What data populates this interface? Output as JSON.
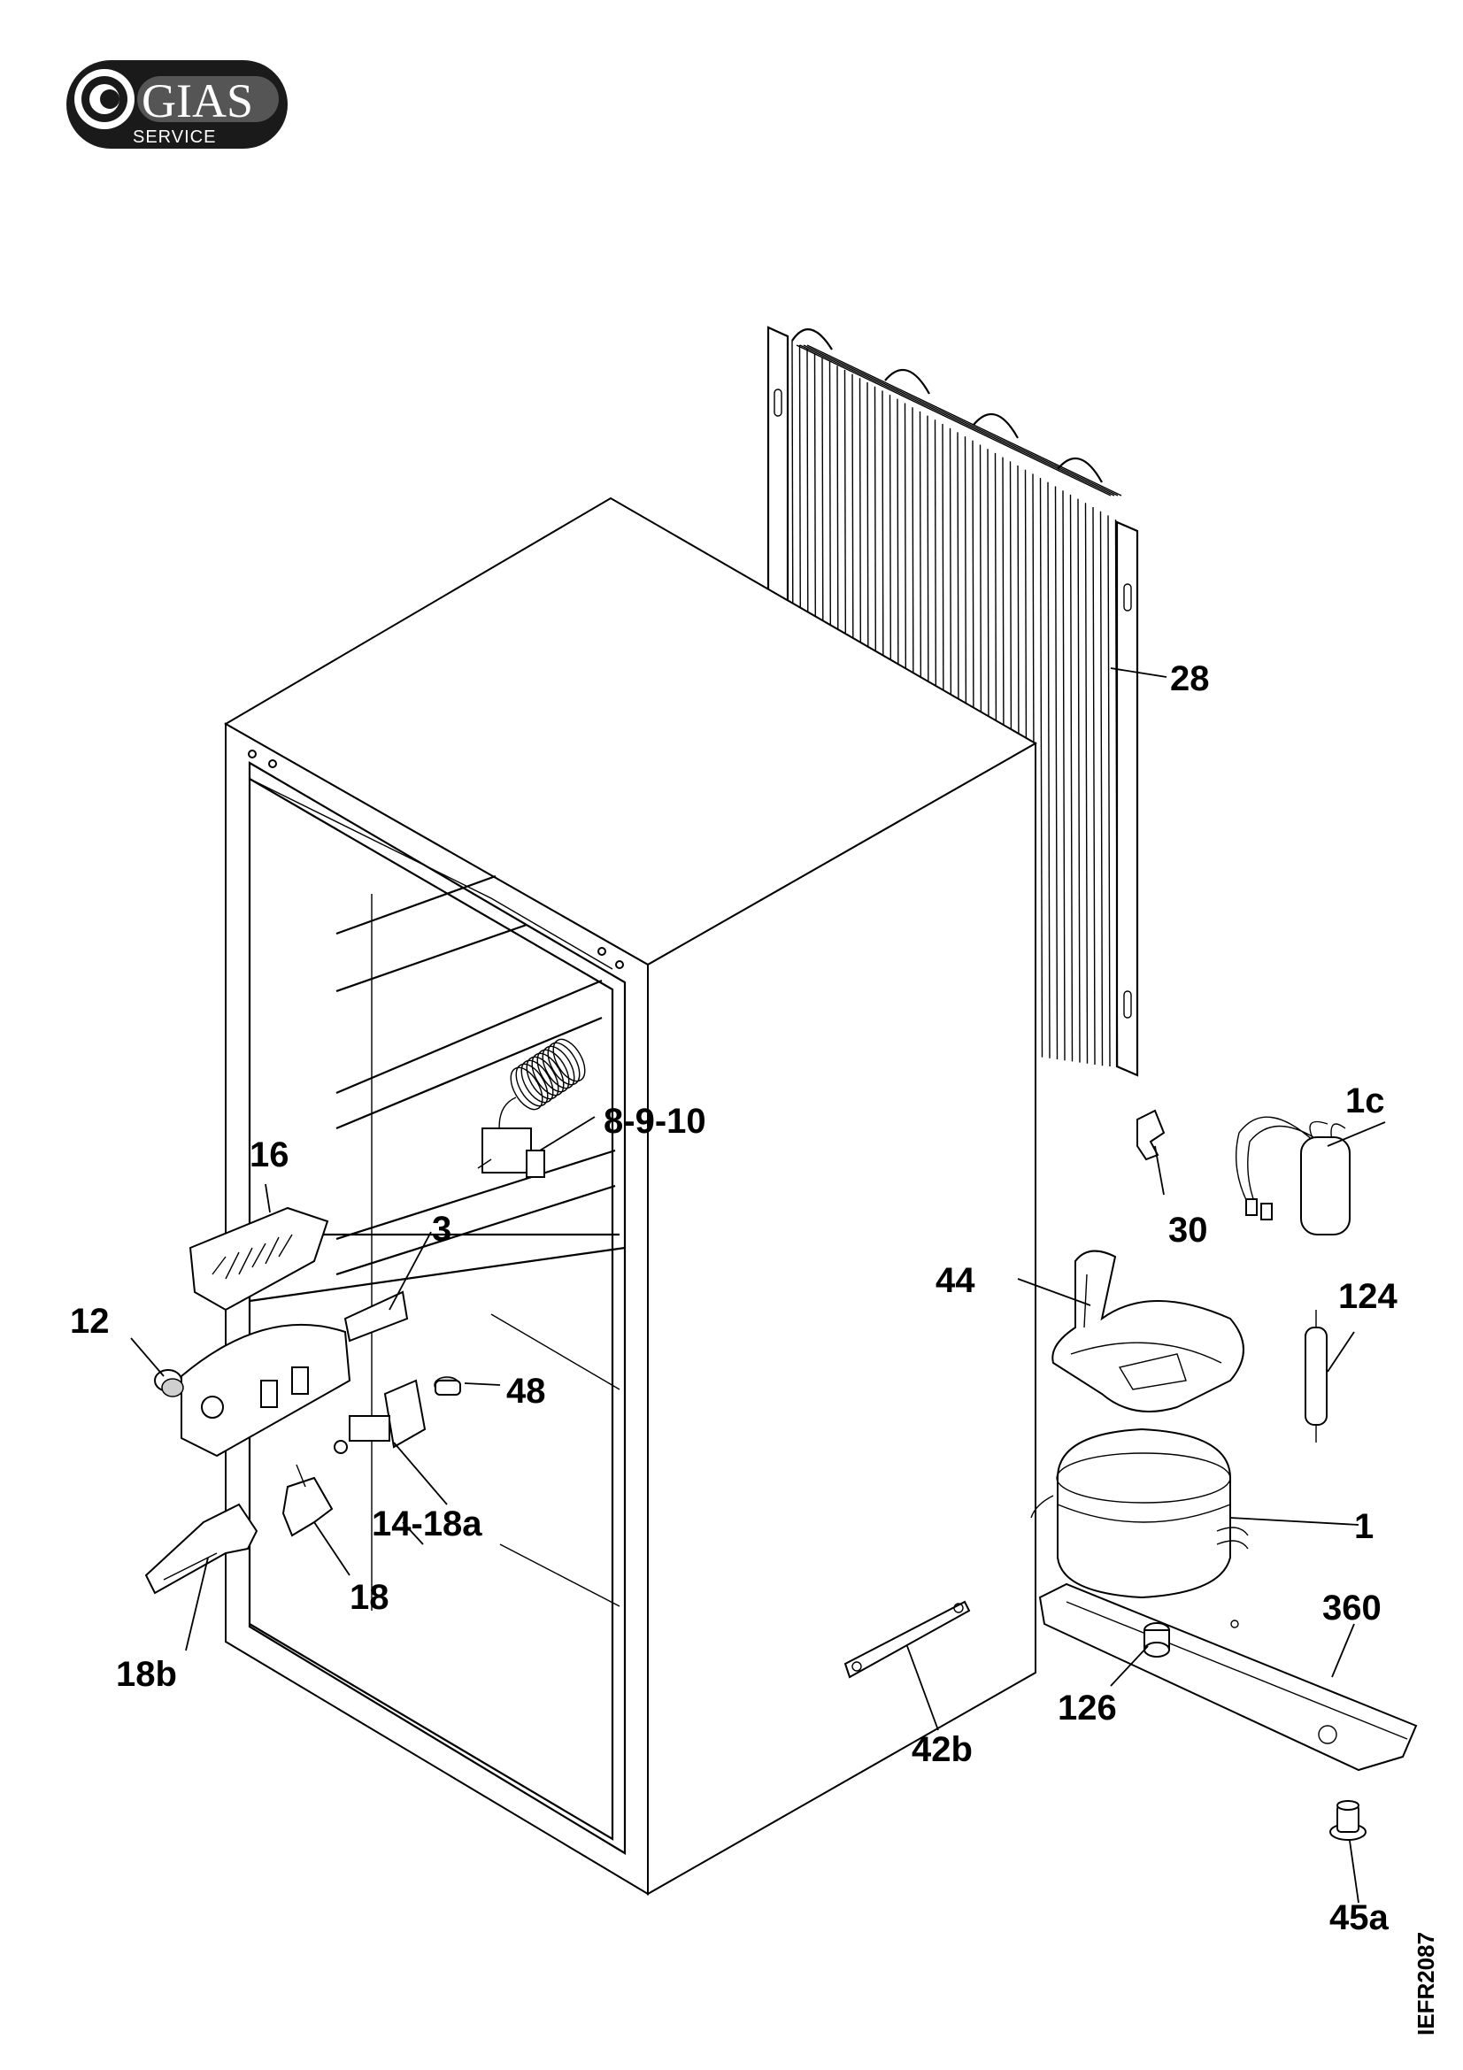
{
  "logo": {
    "brand": "GIAS",
    "sub": "SERVICE"
  },
  "drawing_code": "IEFR2087",
  "labels": {
    "l28": "28",
    "l1c": "1c",
    "l8910": "8-9-10",
    "l16": "16",
    "l30": "30",
    "l3": "3",
    "l44": "44",
    "l124": "124",
    "l12": "12",
    "l48": "48",
    "l14_18a": "14-18a",
    "l1": "1",
    "l18": "18",
    "l360": "360",
    "l18b": "18b",
    "l126": "126",
    "l42b": "42b",
    "l45a": "45a"
  }
}
